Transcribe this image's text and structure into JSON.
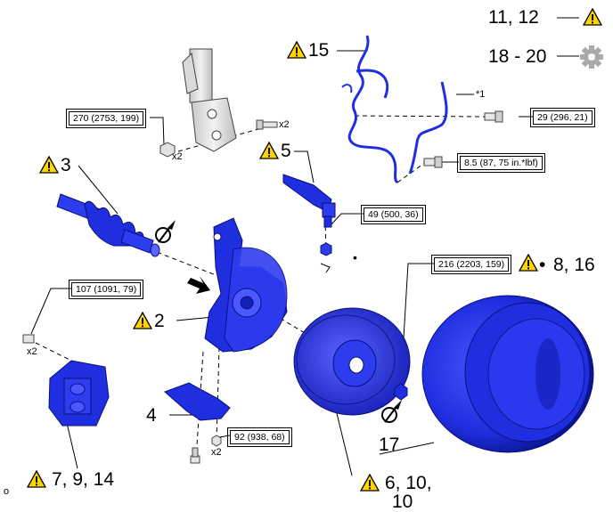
{
  "callouts": {
    "c11_12": "11, 12",
    "c18_20": "18 - 20",
    "c15": "15",
    "c3": "3",
    "c5": "5",
    "c2": "2",
    "c4": "4",
    "c8_16": "8, 16",
    "c7_9_14": "7, 9, 14",
    "c6_10": "6, 10,",
    "c17": "17"
  },
  "torques": {
    "t270": "270 (2753, 199)",
    "t29": "29 (296, 21)",
    "t85": "8.5 (87, 75 in.*lbf)",
    "t49": "49 (500, 36)",
    "t216": "216 (2203, 159)",
    "t107": "107 (1091, 79)",
    "t92": "92 (938, 68)"
  },
  "notes": {
    "x2_a": "x2",
    "x2_b": "x2",
    "x2_c": "x2",
    "x2_d": "x2",
    "star1": "*1",
    "dot_a": "•",
    "dot_b": "•",
    "corner": "o",
    "partial": "10"
  },
  "colors": {
    "part_blue": "#1f2fe0",
    "warning_yellow": "#ffd400",
    "gear_grey": "#a9a9a9"
  }
}
